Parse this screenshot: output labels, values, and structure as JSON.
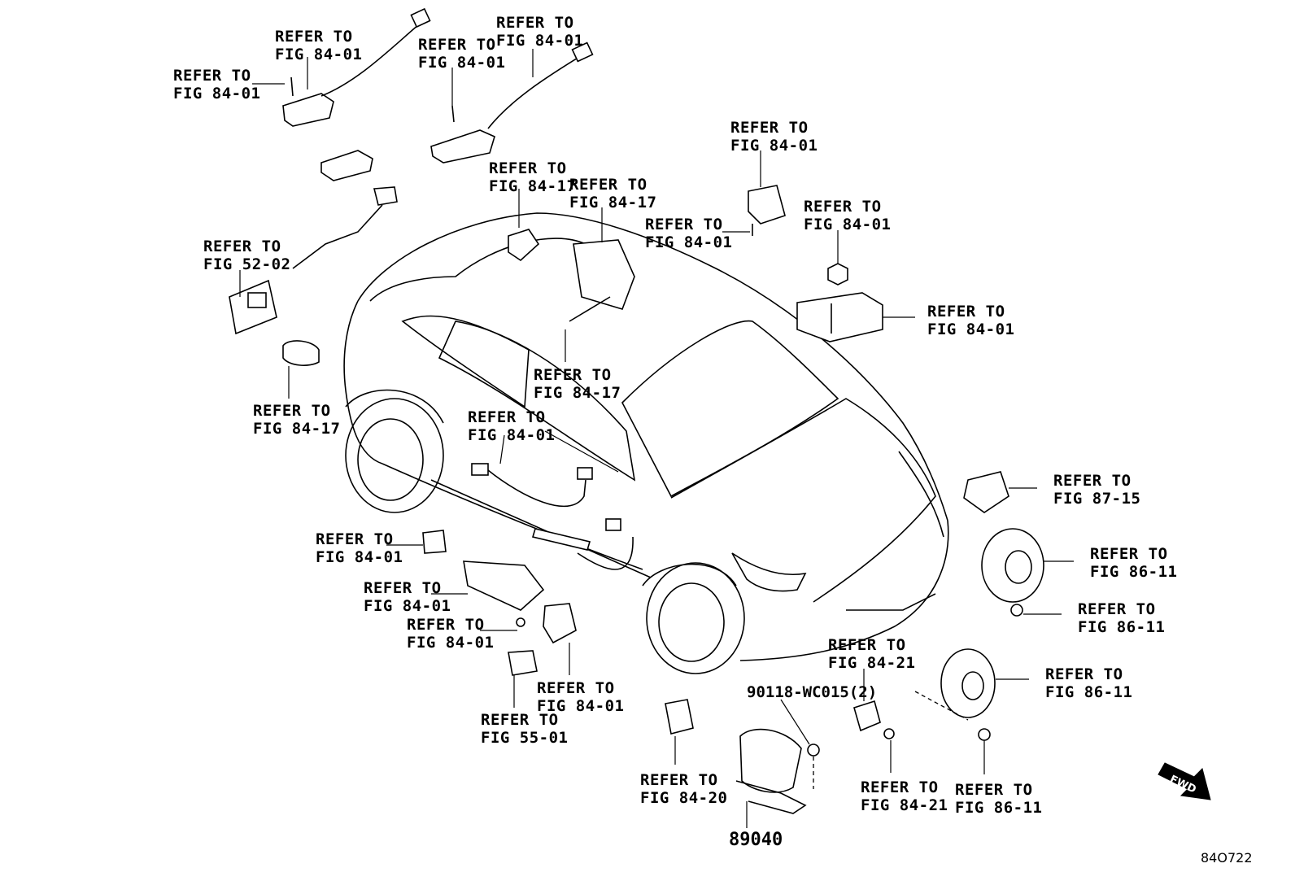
{
  "callouts": [
    {
      "id": "c01",
      "line1": "REFER TO",
      "line2": "FIG 84-01"
    },
    {
      "id": "c02",
      "line1": "REFER TO",
      "line2": "FIG 84-01"
    },
    {
      "id": "c03",
      "line1": "REFER TO",
      "line2": "FIG 84-01"
    },
    {
      "id": "c04",
      "line1": "REFER TO",
      "line2": "FIG 84-01"
    },
    {
      "id": "c05",
      "line1": "REFER TO",
      "line2": "FIG 84-17"
    },
    {
      "id": "c06",
      "line1": "REFER TO",
      "line2": "FIG 84-17"
    },
    {
      "id": "c07",
      "line1": "REFER TO",
      "line2": "FIG 84-01"
    },
    {
      "id": "c08",
      "line1": "REFER TO",
      "line2": "FIG 84-01"
    },
    {
      "id": "c09",
      "line1": "REFER TO",
      "line2": "FIG 84-01"
    },
    {
      "id": "c10",
      "line1": "REFER TO",
      "line2": "FIG 52-02"
    },
    {
      "id": "c11",
      "line1": "REFER TO",
      "line2": "FIG 84-01"
    },
    {
      "id": "c12",
      "line1": "REFER TO",
      "line2": "FIG 84-17"
    },
    {
      "id": "c13",
      "line1": "REFER TO",
      "line2": "FIG 84-17"
    },
    {
      "id": "c14",
      "line1": "REFER TO",
      "line2": "FIG 84-01"
    },
    {
      "id": "c15",
      "line1": "REFER TO",
      "line2": "FIG 87-15"
    },
    {
      "id": "c16",
      "line1": "REFER TO",
      "line2": "FIG 84-01"
    },
    {
      "id": "c17",
      "line1": "REFER TO",
      "line2": "FIG 86-11"
    },
    {
      "id": "c18",
      "line1": "REFER TO",
      "line2": "FIG 84-01"
    },
    {
      "id": "c19",
      "line1": "REFER TO",
      "line2": "FIG 86-11"
    },
    {
      "id": "c20",
      "line1": "REFER TO",
      "line2": "FIG 84-01"
    },
    {
      "id": "c21",
      "line1": "REFER TO",
      "line2": "FIG 84-21"
    },
    {
      "id": "c22",
      "line1": "REFER TO",
      "line2": "FIG 86-11"
    },
    {
      "id": "c23",
      "line1": "REFER TO",
      "line2": "FIG 84-01"
    },
    {
      "id": "c24",
      "line1": "REFER TO",
      "line2": "FIG 55-01"
    },
    {
      "id": "c25",
      "line1": "REFER TO",
      "line2": "FIG 84-20"
    },
    {
      "id": "c26",
      "line1": "REFER TO",
      "line2": "FIG 84-21"
    },
    {
      "id": "c27",
      "line1": "REFER TO",
      "line2": "FIG 86-11"
    }
  ],
  "part_numbers": {
    "bolt": "90118-WC015(2)",
    "siren": "89040"
  },
  "fwd_label": "FWD",
  "diagram_id": "84O722"
}
